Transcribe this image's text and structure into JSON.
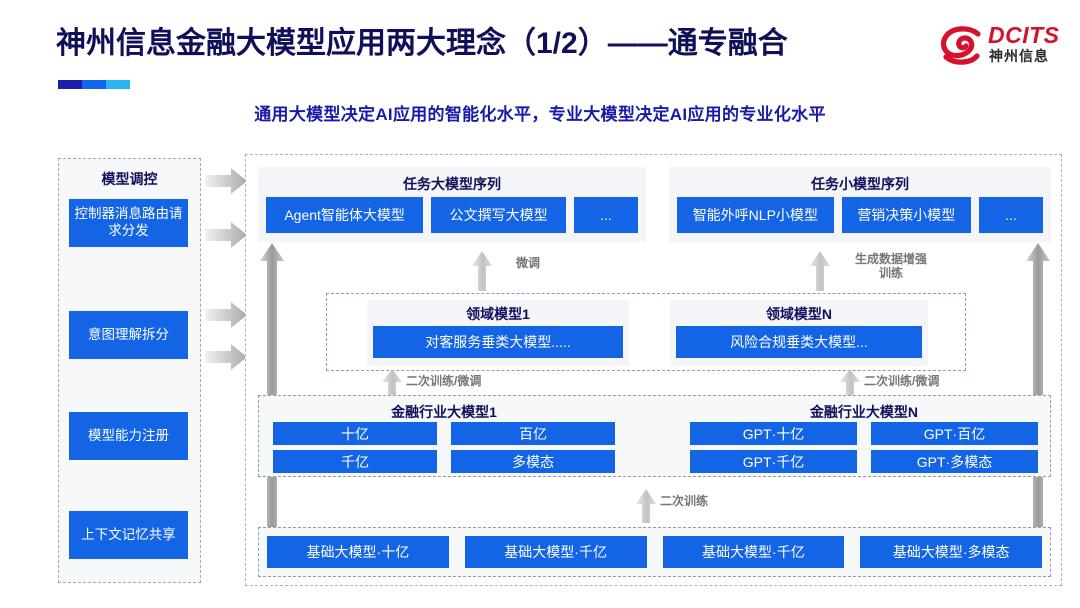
{
  "header": {
    "title": "神州信息金融大模型应用两大理念（1/2）——通专融合",
    "subtitle": "通用大模型决定AI应用的智能化水平，专业大模型决定AI应用的专业化水平",
    "logo_en": "DCITS",
    "logo_cn": "神州信息",
    "accent_colors": [
      "#1e1ea8",
      "#1166ee",
      "#29b6f0"
    ],
    "title_color": "#10105a",
    "brand_red": "#d6112b",
    "box_blue": "#1464e6"
  },
  "left_column": {
    "title": "模型调控",
    "items": [
      {
        "label": "控制器消息路由请求分发"
      },
      {
        "label": "意图理解拆分"
      },
      {
        "label": "模型能力注册"
      },
      {
        "label": "上下文记忆共享"
      }
    ]
  },
  "task_sequences": [
    {
      "title": "任务大模型序列",
      "models": [
        "Agent智能体大模型",
        "公文撰写大模型",
        "..."
      ]
    },
    {
      "title": "任务小模型序列",
      "models": [
        "智能外呼NLP小模型",
        "营销决策小模型",
        "..."
      ]
    }
  ],
  "domain_models": [
    {
      "title": "领域模型1",
      "label": "对客服务垂类大模型....."
    },
    {
      "title": "领域模型N",
      "label": "风险合规垂类大模型..."
    }
  ],
  "industry_models": [
    {
      "title": "金融行业大模型1",
      "cells": [
        "十亿",
        "百亿",
        "千亿",
        "多模态"
      ]
    },
    {
      "title": "金融行业大模型N",
      "cells": [
        "GPT·十亿",
        "GPT·百亿",
        "GPT·千亿",
        "GPT·多模态"
      ]
    }
  ],
  "base_models": [
    "基础大模型·十亿",
    "基础大模型·千亿",
    "基础大模型·千亿",
    "基础大模型·多模态"
  ],
  "arrow_labels": {
    "fine_tune": "微调",
    "data_aug": "生成数据增强\n训练",
    "retrain_left": "二次训练/微调",
    "retrain_right": "二次训练/微调",
    "retrain_base": "二次训练"
  }
}
